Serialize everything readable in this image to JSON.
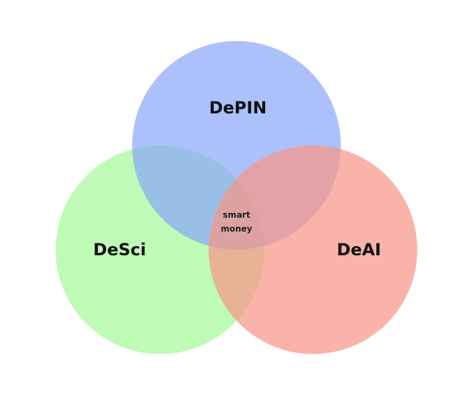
{
  "diagram": {
    "type": "venn-3",
    "sets": [
      {
        "id": "desci",
        "label": "DeSci",
        "color": "#adf9a1"
      },
      {
        "id": "depin",
        "label": "DePIN",
        "color": "#8ca8fa"
      },
      {
        "id": "deai",
        "label": "DeAI",
        "color": "#f79588"
      }
    ],
    "intersection_all": {
      "lines": [
        "smart",
        "money"
      ]
    }
  }
}
